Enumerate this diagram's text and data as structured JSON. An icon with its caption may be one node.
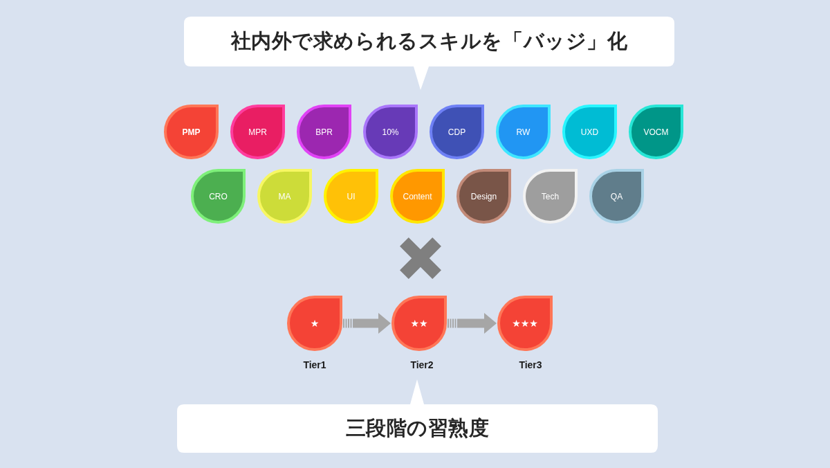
{
  "diagram": {
    "nodes": [
      {
        "text": [
          "社内外で求められるスキルを「バッジ」化"
        ]
      },
      {
        "text": [
          "PMP"
        ]
      },
      {
        "text": [
          "MPR"
        ]
      },
      {
        "text": [
          "BPR"
        ]
      },
      {
        "text": [
          "10%"
        ]
      },
      {
        "text": [
          "CDP"
        ]
      },
      {
        "text": [
          "RW"
        ]
      },
      {
        "text": [
          "UXD"
        ]
      },
      {
        "text": [
          "VOCM"
        ]
      },
      {
        "text": [
          "CRO"
        ]
      },
      {
        "text": [
          "MA"
        ]
      },
      {
        "text": [
          "UI"
        ]
      },
      {
        "text": [
          "Content"
        ]
      },
      {
        "text": [
          "Design"
        ]
      },
      {
        "text": [
          "Tech"
        ]
      },
      {
        "text": [
          "QA"
        ]
      },
      {
        "text": [
          "★"
        ],
        "beside": [
          "Tier1"
        ]
      },
      {
        "text": [
          "★★"
        ],
        "beside": [
          "Tier2"
        ]
      },
      {
        "text": [
          "★★★"
        ],
        "beside": [
          "Tier3"
        ]
      },
      {
        "text": [
          "三段階の習熟度"
        ]
      }
    ],
    "edges": [
      {
        "from": 16,
        "to": 17,
        "arrow": "to"
      },
      {
        "from": 17,
        "to": 18,
        "arrow": "to"
      }
    ]
  }
}
